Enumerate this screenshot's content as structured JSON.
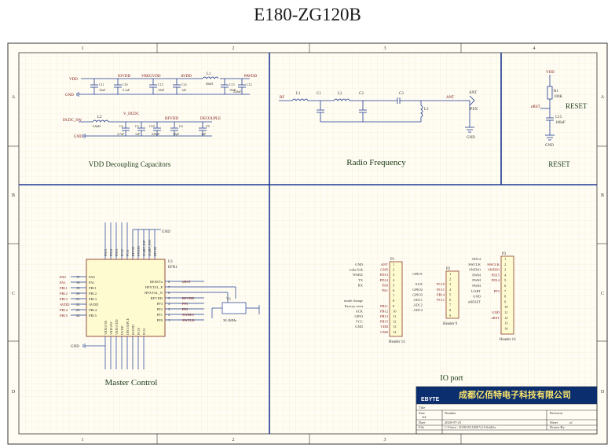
{
  "title": "E180-ZG120B",
  "grid": {
    "columns": [
      "1",
      "2",
      "3",
      "4"
    ],
    "rows": [
      "A",
      "B",
      "C",
      "D"
    ]
  },
  "sections": {
    "vdd": "VDD Decoupling Capacitors",
    "rf": "Radio Frequency",
    "reset": "RESET",
    "master": "Master Control",
    "io": "IO port"
  },
  "vdd_block": {
    "net_vdd": "VDD",
    "net_gnd": "GND",
    "net_iovdd": "IOVDD",
    "net_vregvdd": "VREGVDD",
    "net_avdd": "AVDD",
    "net_pavdd": "PAVDD",
    "l1": "L1",
    "l1_val": "60nH",
    "caps_top": [
      {
        "ref": "C11",
        "val": "10uF"
      },
      {
        "ref": "C16",
        "val": "0.1uF"
      },
      {
        "ref": "C12",
        "val": "10uF"
      },
      {
        "ref": "C14",
        "val": "1uF"
      },
      {
        "ref": "C13",
        "val": "10uF"
      },
      {
        "ref": "C12",
        "val": "220nF"
      }
    ],
    "dcdc_sw": "DCDC_SW",
    "l2": "L2",
    "l2_val": "6.8uH",
    "v_dcdc": "V_DCDC",
    "rfvdd": "RFVDD",
    "decouple": "DECOUPLE",
    "caps_bottom": [
      {
        "ref": "C4",
        "val": "4.7uF"
      },
      {
        "ref": "C5",
        "val": "1uF"
      },
      {
        "ref": "C10",
        "val": "220nF"
      },
      {
        "ref": "C6",
        "val": "10pF"
      },
      {
        "ref": "C9",
        "val": "1uF"
      }
    ]
  },
  "rf_block": {
    "rf": "RF",
    "ant": "ANT",
    "l1": "L1",
    "l2": "L2",
    "l3": "L3",
    "c1": "C1",
    "c2": "C2",
    "c3": "C3",
    "ant_ref": "ANT",
    "ipex": "IPEX",
    "gnd": "GND"
  },
  "reset_block": {
    "vdd": "VDD",
    "r": "R1",
    "r_val": "100K",
    "net": "nRST",
    "c": "C15",
    "c_val": "100nF",
    "gnd": "GND"
  },
  "mcu": {
    "ref": "U1",
    "part": "EFR1",
    "gnd_top": "GND",
    "gnd_bottom": "GND",
    "left_pins": [
      {
        "net": "PA0",
        "num": "17"
      },
      {
        "net": "PA1",
        "num": "18"
      },
      {
        "net": "PB11",
        "num": "19"
      },
      {
        "net": "PB12",
        "num": "20"
      },
      {
        "net": "PB13",
        "num": "21"
      },
      {
        "net": "AVDD",
        "num": "22"
      },
      {
        "net": "PB14",
        "num": "23"
      },
      {
        "net": "PB15",
        "num": "24"
      }
    ],
    "left_inner": [
      "PA0",
      "PA1",
      "PB11",
      "PB12",
      "PB13",
      "AVDD",
      "PB14",
      "PB15"
    ],
    "right_pins": [
      {
        "net": "RESETn",
        "num": "8"
      },
      {
        "net": "HFXTAL_P",
        "num": "7"
      },
      {
        "net": "HFXTAL_N",
        "num": "6"
      },
      {
        "net": "RFVDD",
        "num": "5"
      },
      {
        "net": "PF3",
        "num": "4"
      },
      {
        "net": "PF2",
        "num": "3"
      },
      {
        "net": "PF1",
        "num": "2"
      },
      {
        "net": "PF0",
        "num": "1"
      }
    ],
    "right_ext": [
      "nRST",
      "",
      "",
      "RFVDD",
      "PF3",
      "PF2",
      "SWDIO",
      "SWCLK"
    ],
    "top_pins": [
      "PD15",
      "PD14",
      "PD13",
      "PC12",
      "PC11",
      "RFVSS",
      "PAVDD",
      "2G4RF_IOP",
      "2G4RF_ION",
      "RFVSS"
    ],
    "bottom_pins": [
      "VREGVSS",
      "VREGSW",
      "VREGVDD",
      "DVDD",
      "DECOUPLE",
      "IOVDD",
      "PC10",
      "PC11"
    ],
    "crystal": "Y1",
    "crystal_val": "38.4MHz"
  },
  "p1": {
    "ref": "P1",
    "name": "Header 14",
    "nets": [
      "ANT",
      "GND",
      "PD13",
      "PD14",
      "PA0",
      "PA1",
      "",
      "",
      "PB11",
      "PB12",
      "PB13",
      "PB15",
      "VDD",
      "GND"
    ],
    "labels": [
      "GND",
      "wake link",
      "WAKE",
      "TX",
      "RX",
      "",
      "",
      "mode change",
      "Factory reset",
      "ACK",
      "GPIO",
      "VCC",
      "GND",
      ""
    ],
    "pins": [
      "1",
      "2",
      "3",
      "4",
      "5",
      "6",
      "7",
      "8",
      "9",
      "10",
      "11",
      "12",
      "13",
      "14"
    ]
  },
  "p2": {
    "ref": "P2",
    "name": "Header 9",
    "labels": [
      "GPIO1",
      "",
      "AUX",
      "GPIO2",
      "GPIO3",
      "ADC1",
      "ADC2",
      "ADC3",
      ""
    ],
    "nets": [
      "",
      "",
      "PC10",
      "PC11",
      "PB14",
      "PC11",
      "",
      "",
      ""
    ],
    "pins": [
      "1",
      "2",
      "3",
      "4",
      "5",
      "6",
      "7",
      "8",
      "9"
    ]
  },
  "p3": {
    "ref": "P3",
    "name": "Header 14",
    "labels": [
      "SDC4",
      "SWCLK",
      "SWDIO",
      "PWM",
      "PWM",
      "PWM",
      "UART",
      "GND",
      "nRESET",
      "",
      "",
      "",
      "",
      ""
    ],
    "nets": [
      "",
      "SWCLK",
      "SWDIO",
      "PD15",
      "PD14",
      "",
      "PF3",
      "",
      "",
      "",
      "GND",
      "nRST",
      "",
      ""
    ],
    "pins": [
      "1",
      "2",
      "3",
      "4",
      "5",
      "6",
      "7",
      "8",
      "9",
      "10",
      "11",
      "12",
      "13",
      "14"
    ]
  },
  "title_block": {
    "company": "成都亿佰特电子科技有限公司",
    "logo_text": "EBYTE",
    "title_label": "Title",
    "size_label": "Size",
    "size_val": "A4",
    "number_label": "Number",
    "revision_label": "Revision",
    "date_label": "Date",
    "date_val": "2020-07-23",
    "sheet_label": "Sheet",
    "sheet_val": "of",
    "file_label": "File",
    "file_val": "C:\\Users\\...\\E180-ZG120B V2.0.SchDoc",
    "drawn_label": "Drawn By:"
  }
}
